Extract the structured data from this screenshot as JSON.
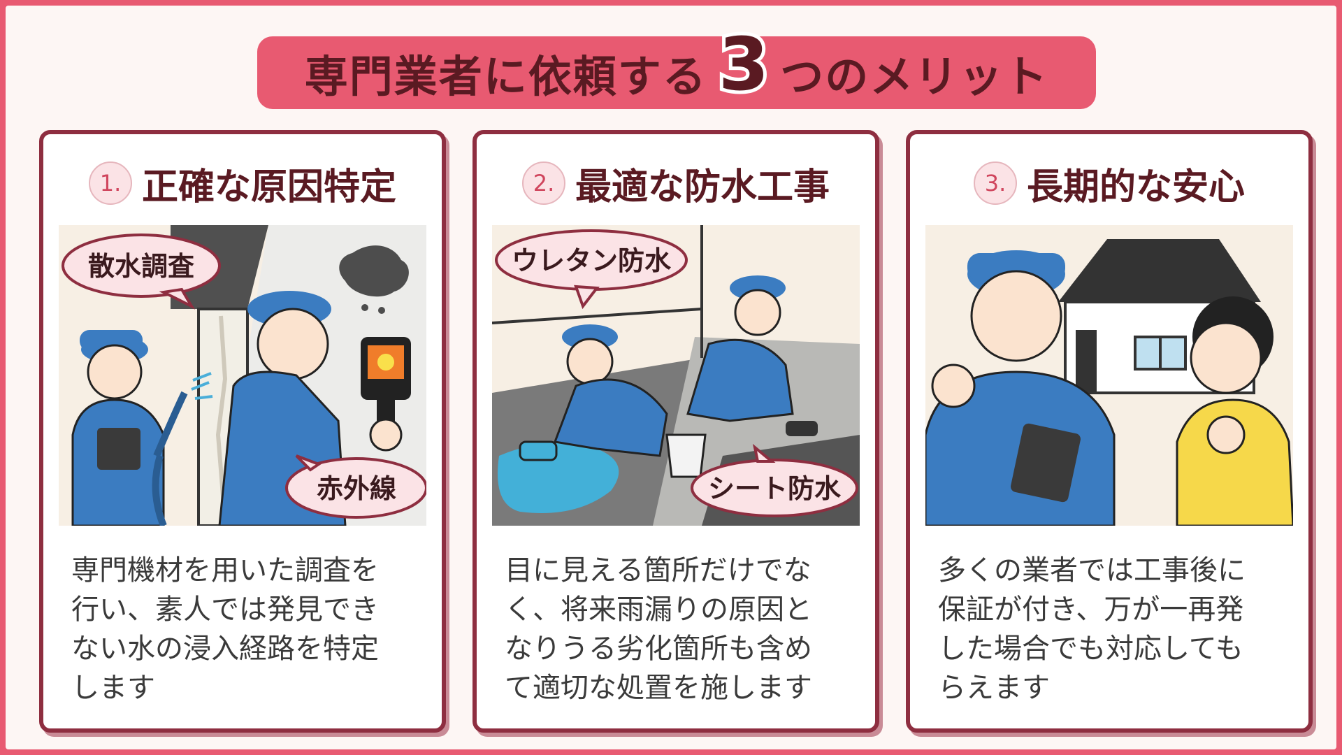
{
  "title": {
    "before": "専門業者に依頼する",
    "number": "3",
    "after": "つのメリット"
  },
  "cards": [
    {
      "number": "1.",
      "title": "正確な原因特定",
      "tags": [
        "散水調査",
        "赤外線"
      ],
      "description": [
        "専門機材を用いた調査を",
        "行い、素人では発見でき",
        "ない水の浸入経路を特定",
        "します"
      ]
    },
    {
      "number": "2.",
      "title": "最適な防水工事",
      "tags": [
        "ウレタン防水",
        "シート防水"
      ],
      "description": [
        "目に見える箇所だけでな",
        "く、将来雨漏りの原因と",
        "なりうる劣化箇所も含め",
        "て適切な処置を施します"
      ]
    },
    {
      "number": "3.",
      "title": "長期的な安心",
      "tags": [],
      "description": [
        "多くの業者では工事後に",
        "保証が付き、万が一再発",
        "した場合でも対応しても",
        "らえます"
      ]
    }
  ],
  "colors": {
    "accent": "#e85a71",
    "card_border": "#8e2e40",
    "title_text": "#5a1a22",
    "uniform": "#3b7cc1"
  }
}
